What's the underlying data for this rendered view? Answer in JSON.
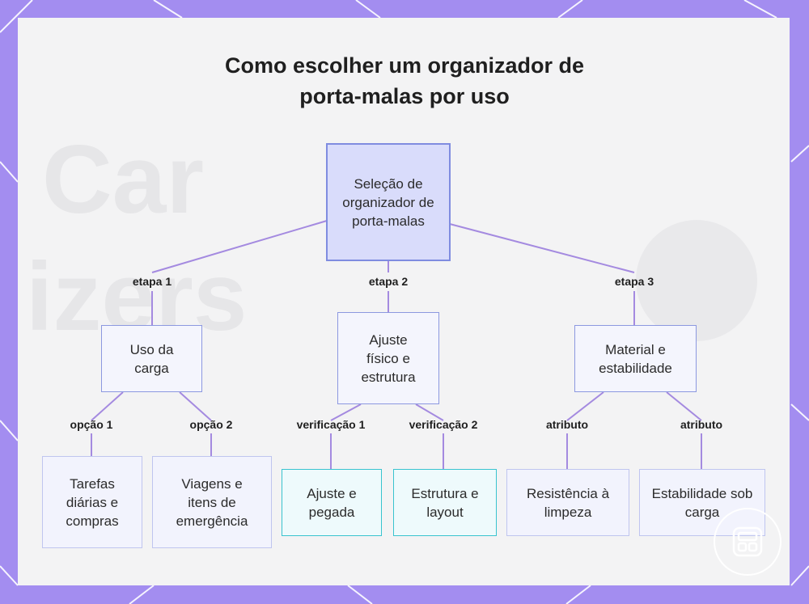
{
  "title": {
    "line1": "Como escolher um organizador de",
    "line2": "porta-malas por uso"
  },
  "background": {
    "word1": "Car",
    "word2": "izers"
  },
  "colors": {
    "frame": "#a38df0",
    "root_fill": "#d9dcfb",
    "node_border": "#8c98e0",
    "cyan_border": "#39c3cf",
    "connector": "#a48ae0"
  },
  "diagram": {
    "root": {
      "label": "Seleção de organizador de porta-malas"
    },
    "branches": [
      {
        "edge_label": "etapa 1",
        "label": "Uso da carga",
        "children": [
          {
            "edge_label": "opção 1",
            "label": "Tarefas diárias e compras"
          },
          {
            "edge_label": "opção 2",
            "label": "Viagens e itens de emergência"
          }
        ]
      },
      {
        "edge_label": "etapa 2",
        "label": "Ajuste físico e estrutura",
        "children": [
          {
            "edge_label": "verificação 1",
            "label": "Ajuste e pegada"
          },
          {
            "edge_label": "verificação 2",
            "label": "Estrutura e layout"
          }
        ]
      },
      {
        "edge_label": "etapa 3",
        "label": "Material e estabilidade",
        "children": [
          {
            "edge_label": "atributo",
            "label": "Resistência à limpeza"
          },
          {
            "edge_label": "atributo",
            "label": "Estabilidade sob carga"
          }
        ]
      }
    ]
  },
  "badge": {
    "icon": "grid-layout-icon"
  }
}
